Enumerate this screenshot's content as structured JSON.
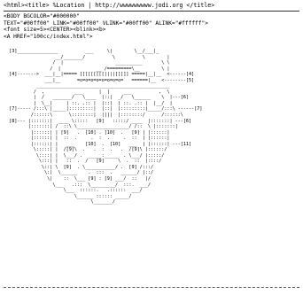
{
  "title_bar": "<html><title> %Location | http://wwwwwwwww.jodi.org </title>",
  "source_lines": [
    "<BODY BGCOLOR=\"#000000\"",
    "TEXT=\"#00ff00\" LINK=\"#00ff00\" VLINK=\"#00ff00\" ALINK=\"#ffffff\">",
    "<font size=5><CENTER><blink><b>",
    "<A HREF=\"100cc/index.html\">"
  ],
  "ascii_art": [
    "  [3]_______________          ___     \\|        \\__/___|_",
    "                   __/_______/          \\          \\        |",
    "                  /  |                   __________       \\ \\",
    "                 /  |             __ /=========\\__        \\ |",
    "  [4]------->  ___|__|===== [[[[[[[[[||||]]]]] =====|__|__  <------[4]",
    "               ___|__      =o=o=o=o=o=o=o=o=   ======|__  <--------[5]",
    "            _________________________________________________",
    "           /  ,           ___      |  |     ___          ,  \\",
    "           |  /   _______/   \\____  |::|  _/   \\______    \\  |---[6]",
    "           |  \\__|     | ::. .:: |  |::|  | ::. .:: |  |__/  |",
    "  [7]----- /:::\\ |_____|:::::::::|  |::|  |:::::::::|_____/:::\\ ------[7]",
    "          /::::::\\      \\::::::::|  ||||  |::::::::/      /::::::\\",
    "  [8]--- |:::::::|  ____ \\:::::   [9]   :::::/ ____  |:::::::| ---[6]",
    "         |:::::::| /  ::\\ \\___________________/ /::  \\ |:::::::|",
    "          |::::::| | [9]   .  [10] . [10]  .   [9] | |::::::|",
    "          |::::::| |  ::  .     .  :  .     .  ::  | |::::::|",
    "          |::::::| |   ___    [10]  .  [10]   ___  | |::::::| ---[11]",
    "           \\:::::| |  /[9]\\  .   .  :  .   .  /[9]\\ |::::::/",
    "            \\::::| |  \\___/ .  _____:_____  . \\___/ |:::::/",
    "             \\:::| |   ::  .  /   [9]     \\  .  ::  |::::/",
    "              \\::| \\  [9]  . \\___________/ .  [9] /:::/",
    "               \\:|  \\______    .  :::  .   ______/ |::/",
    "                \\|    ::  \\___ [9] : [9] ___/  ::   |/",
    "                  \\___   .:::  \\_________/  :::.  ___/",
    "                      \\___  ::::::.   .::::::  ___/",
    "                          \\______ :::::: _____/",
    "                                \\_______/"
  ]
}
